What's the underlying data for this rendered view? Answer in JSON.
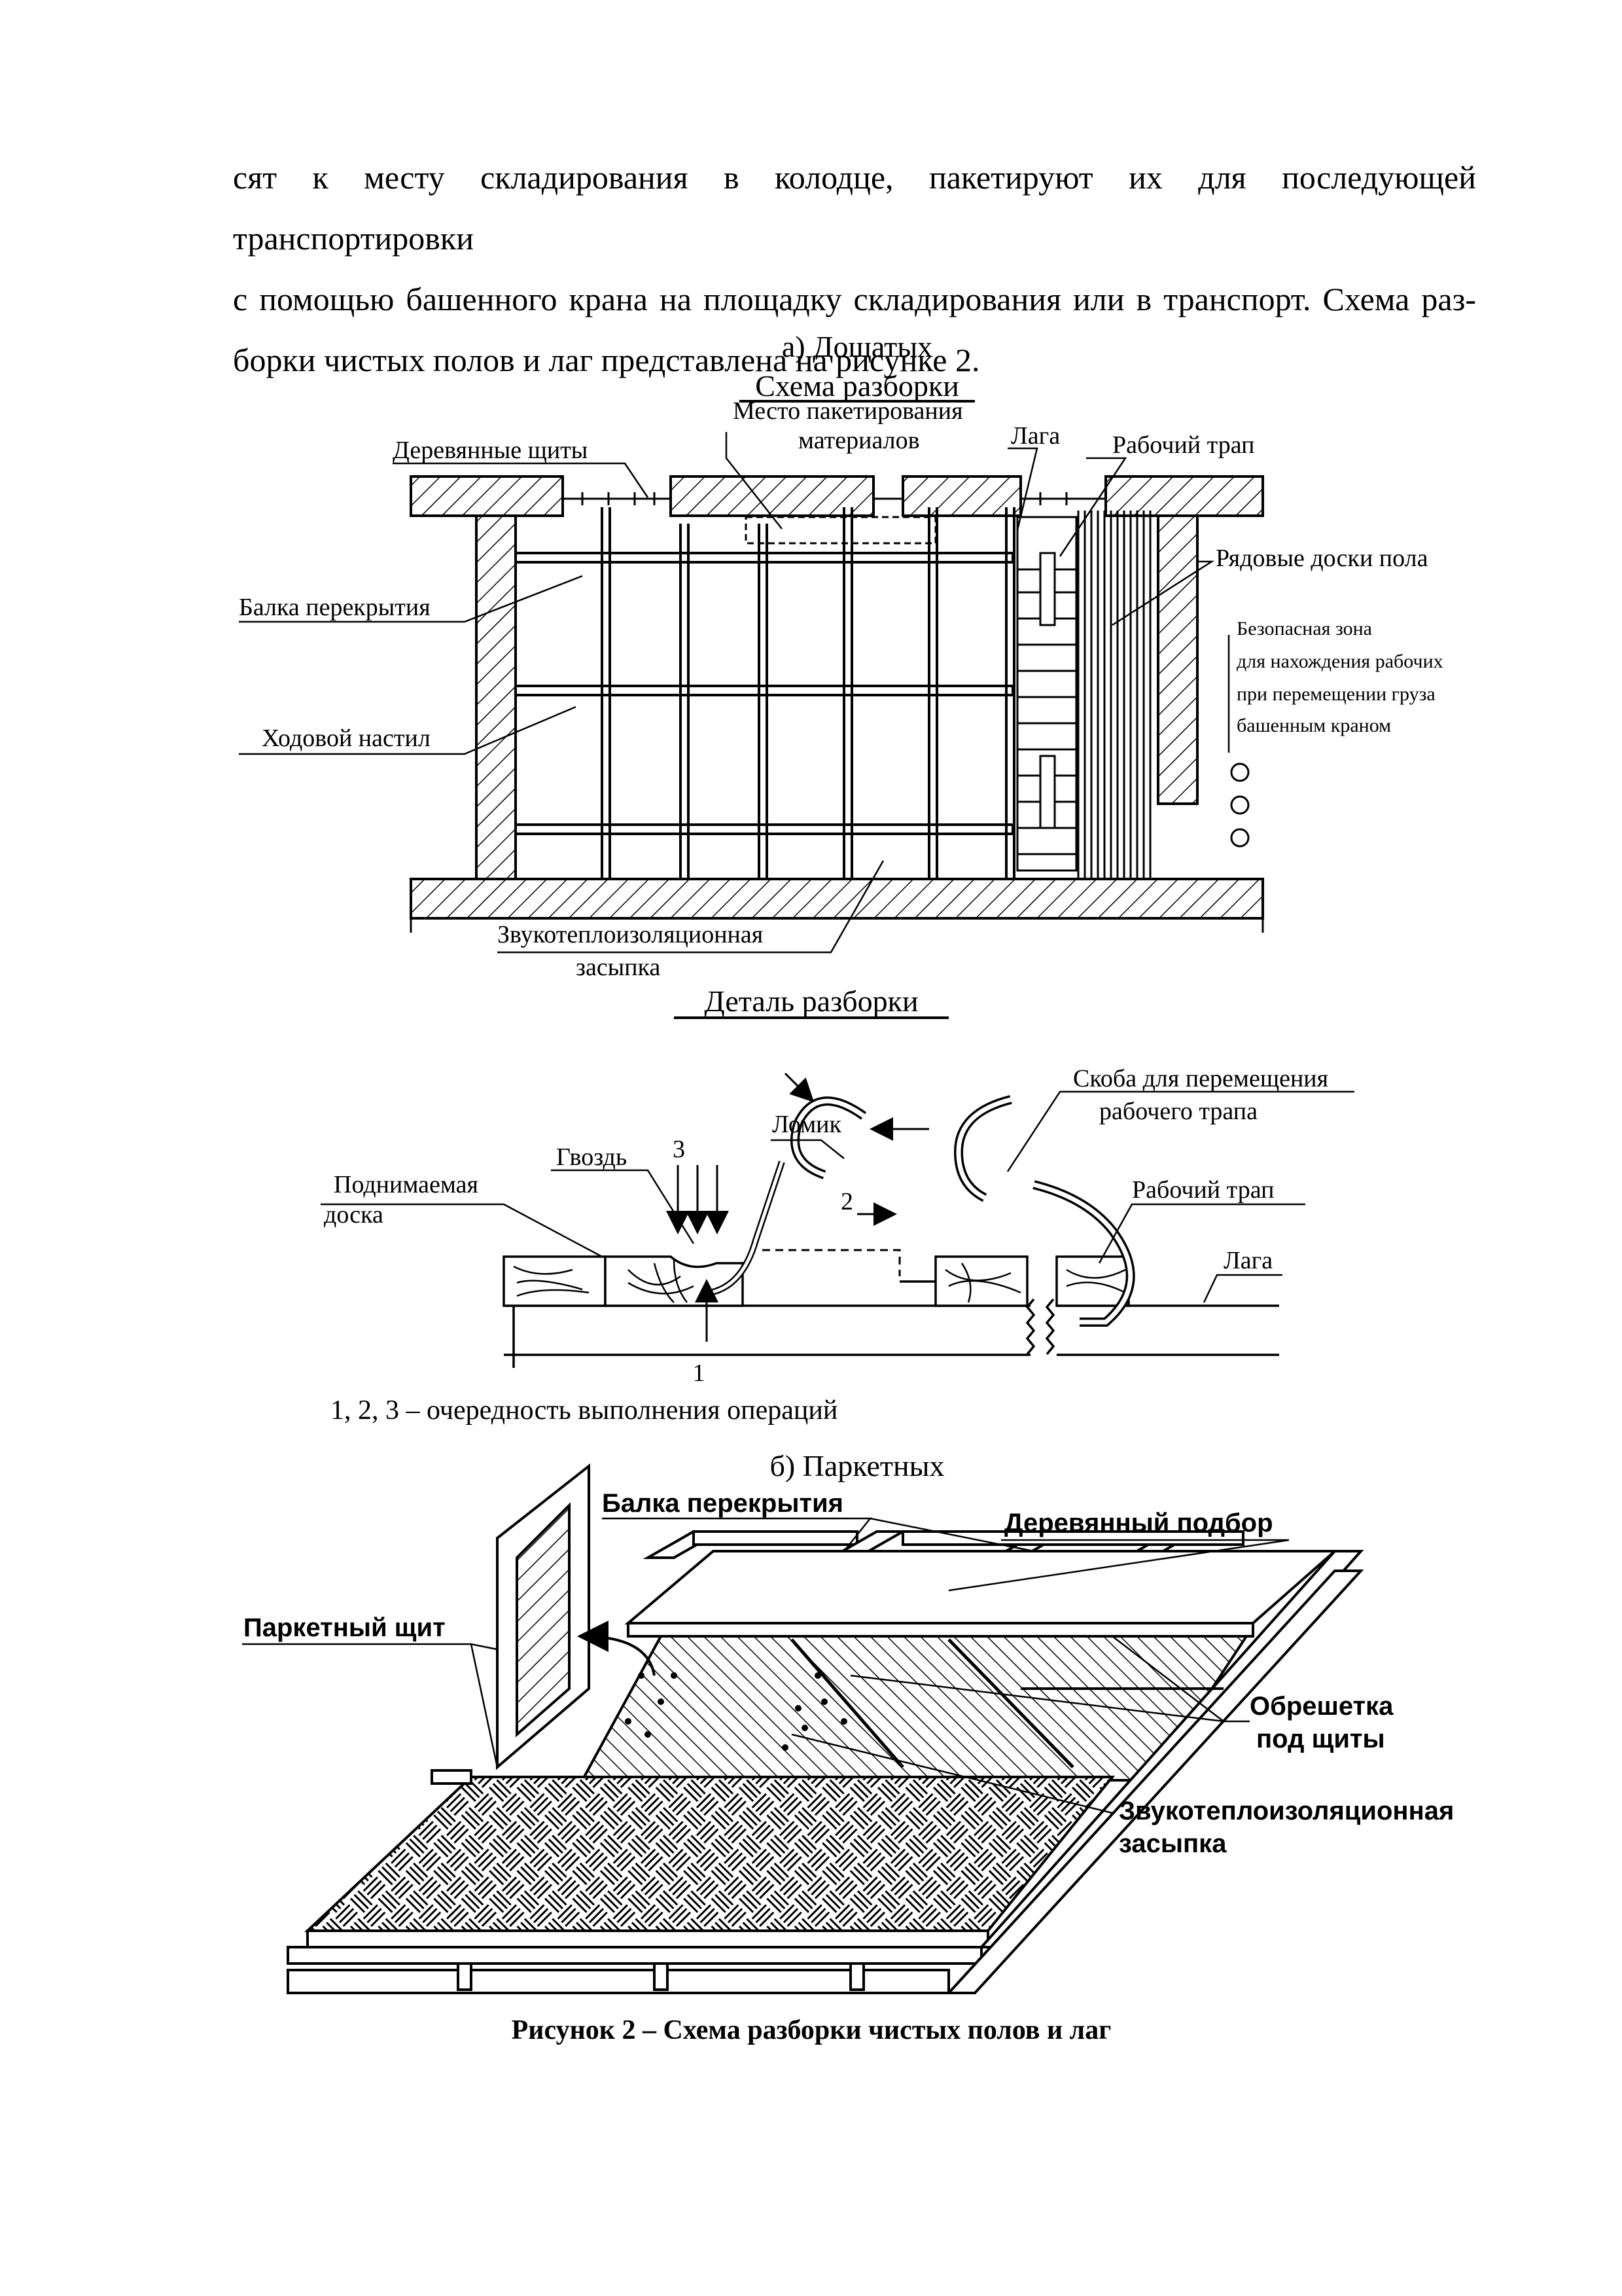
{
  "paragraph": [
    "сят к месту складирования в колодце, пакетируют их для последующей транспортировки",
    "с помощью башенного крана на площадку складирования или в транспорт. Схема раз-",
    "борки чистых полов и лаг представлена на рисунке 2."
  ],
  "figure_a": {
    "subtitle": "а) Дощатых",
    "scheme_title": "Схема разборки",
    "labels": {
      "wood_panels": "Деревянные щиты",
      "packing_place_1": "Место пакетирования",
      "packing_place_2": "материалов",
      "joist": "Лага",
      "work_ladder": "Рабочий трап",
      "row_boards": "Рядовые доски пола",
      "beam": "Балка перекрытия",
      "walkway": "Ходовой настил",
      "safe_zone_1": "Безопасная зона",
      "safe_zone_2": "для нахождения рабочих",
      "safe_zone_3": "при перемещении груза",
      "safe_zone_4": "башенным краном",
      "insulation_1": "Звукотеплоизоляционная",
      "insulation_2": "засыпка"
    },
    "detail_title": "Деталь разборки",
    "detail_labels": {
      "crowbar": "Ломик",
      "bracket_1": "Скоба для перемещения",
      "bracket_2": "рабочего трапа",
      "lifted_board_1": "Поднимаемая",
      "lifted_board_2": "доска",
      "nail": "Гвоздь",
      "work_ladder": "Рабочий трап",
      "joist": "Лага",
      "n1": "1",
      "n2": "2",
      "n3": "3"
    },
    "sequence_note": "1, 2, 3 – очередность выполнения операций"
  },
  "figure_b": {
    "subtitle": "б) Паркетных",
    "labels": {
      "beam": "Балка перекрытия",
      "wood_filler": "Деревянный подбор",
      "parquet_panel": "Паркетный щит",
      "lathing_1": "Обрешетка",
      "lathing_2": "под щиты",
      "insulation_1": "Звукотеплоизоляционная",
      "insulation_2": "засыпка"
    }
  },
  "caption": "Рисунок 2 – Схема разборки чистых полов и лаг"
}
